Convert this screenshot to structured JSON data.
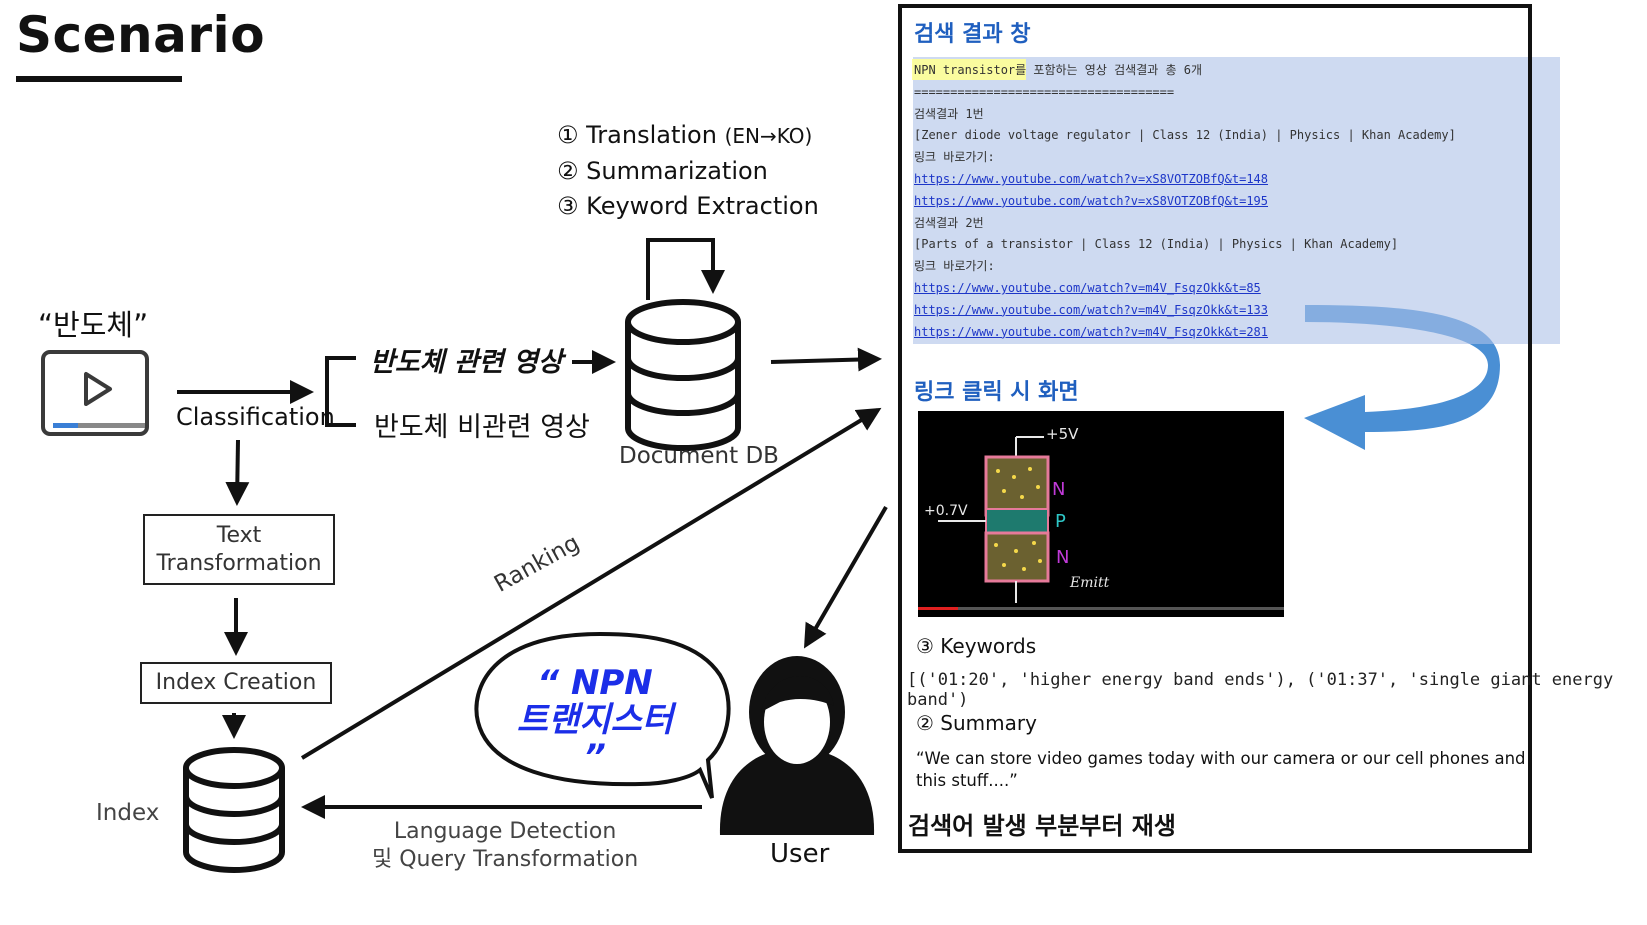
{
  "title": "Scenario",
  "pipeline_steps": [
    {
      "num": "①",
      "text": "Translation",
      "suffix": "(EN→KO)"
    },
    {
      "num": "②",
      "text": "Summarization",
      "suffix": ""
    },
    {
      "num": "③",
      "text": "Keyword Extraction",
      "suffix": ""
    }
  ],
  "input_label": "“반도체”",
  "classification_label": "Classification",
  "related_label": "반도체 관련 영상",
  "unrelated_label": "반도체 비관련 영상",
  "document_db_label": "Document DB",
  "text_transformation_label": "Text\nTransformation",
  "index_creation_label": "Index Creation",
  "index_label": "Index",
  "ranking_label": "Ranking",
  "language_detection_label": "Language Detection\n및 Query Transformation",
  "user_label": "User",
  "speech_bubble": {
    "line1": "“ NPN",
    "line2": "트랜지스터 ”"
  },
  "panel": {
    "search_title": "검색 결과 창",
    "summary_line_a": "NPN transistor",
    "summary_line_b": "를 포함하는 영상 검색결과 총 6개",
    "separator": "====================================",
    "results": [
      {
        "label": "검색결과 1번",
        "title": "[Zener diode voltage regulator | Class 12 (India) | Physics | Khan Academy]",
        "link_label": "링크 바로가기:",
        "links": [
          "https://www.youtube.com/watch?v=xS8VOTZOBfQ&t=148",
          "https://www.youtube.com/watch?v=xS8VOTZOBfQ&t=195"
        ]
      },
      {
        "label": "검색결과 2번",
        "title": "[Parts of a transistor | Class 12 (India) | Physics | Khan Academy]",
        "link_label": "링크 바로가기:",
        "links": [
          "https://www.youtube.com/watch?v=m4V_FsqzOkk&t=85",
          "https://www.youtube.com/watch?v=m4V_FsqzOkk&t=133",
          "https://www.youtube.com/watch?v=m4V_FsqzOkk&t=281"
        ]
      }
    ],
    "click_title": "링크 클릭 시 화면",
    "video": {
      "voltage_top": "+5V",
      "voltage_left": "+0.7V",
      "layers": [
        "N",
        "P",
        "N"
      ],
      "emitter": "Emitt"
    },
    "keywords_label": "③ Keywords",
    "keywords_text": "[('01:20', 'higher energy band ends'), ('01:37', 'single giant energy band')",
    "summary_label": "② Summary",
    "summary_text": "“We can store video games today with our camera or our cell phones and this stuff....”",
    "play_label": "검색어 발생 부분부터 재생"
  },
  "colors": {
    "panel_heading": "#1f5fbf",
    "bubble_text": "#1b2ee8",
    "curved_arrow": "#4a8fd4",
    "link": "#1d36c8"
  }
}
